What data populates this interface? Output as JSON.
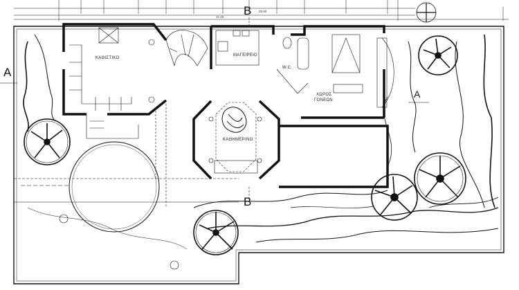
{
  "title": "Floor plan",
  "rooms": {
    "living": "ΚΑΘΙΣΤΙΚΟ",
    "kitchen": "ΜΑΓΕΙΡΕΙΟ",
    "wc": "W.C.",
    "parents_line1": "ΧΩΡΟΣ",
    "parents_line2": "ΓΟΝΕΩΝ",
    "family": "ΚΑΘΗΜΕΡΙΝΟ"
  },
  "sections": {
    "a_left": "A",
    "a_right": "A",
    "b_top": "B",
    "b_bottom": "B"
  },
  "dimensions": {
    "top_mid": "17.40",
    "top_total": "25.80"
  },
  "colors": {
    "ink": "#111111",
    "paper": "#ffffff"
  }
}
